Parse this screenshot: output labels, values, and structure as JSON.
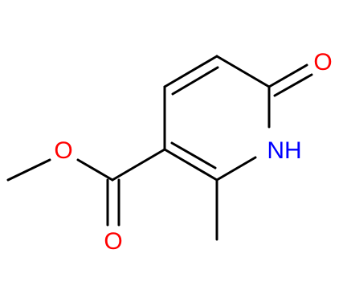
{
  "molecule": {
    "atoms": {
      "ring_oxygen_label": "O",
      "nh_label": "NH",
      "ester_single_oxygen_label": "O",
      "ester_carbonyl_oxygen_label": "O"
    },
    "colors": {
      "bond": "#000000",
      "oxygen": "#ff0000",
      "nitrogen": "#0000ff",
      "background": "#ffffff"
    }
  }
}
